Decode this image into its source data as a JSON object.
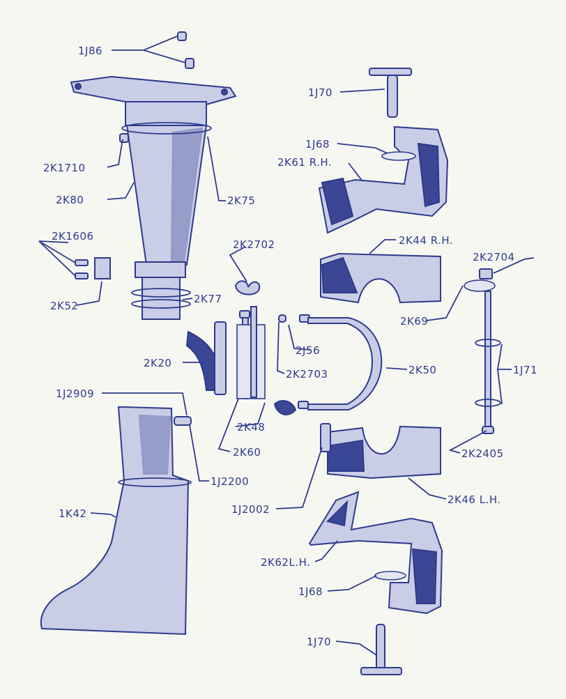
{
  "colors": {
    "ink": "#2d3a8c",
    "paper": "#f7f7f2",
    "shade": "#c9cde6",
    "dark": "#3b4694"
  },
  "labels": {
    "l1J86": "1J86",
    "l1J70_top": "1J70",
    "l1J68_top": "1J68",
    "l2K61RH": "2K61 R.H.",
    "l2K1710": "2K1710",
    "l2K80": "2K80",
    "l2K75": "2K75",
    "l2K1606": "2K1606",
    "l2K2702": "2K2702",
    "l2K44RH": "2K44 R.H.",
    "l2K2704": "2K2704",
    "l2K52": "2K52",
    "l2K77": "2K77",
    "l2K69": "2K69",
    "l2J56": "2J56",
    "l2K20": "2K20",
    "l2K2703": "2K2703",
    "l2K50": "2K50",
    "l1J71": "1J71",
    "l1J2909": "1J2909",
    "l2K48": "2K48",
    "l2K60": "2K60",
    "l2K2405": "2K2405",
    "l1J2200": "1J2200",
    "l1J2002": "1J2002",
    "l2K46LH": "2K46 L.H.",
    "l1K42": "1K42",
    "l2K62LH": "2K62L.H.",
    "l1J68_bot": "1J68",
    "l1J70_bot": "1J70"
  }
}
